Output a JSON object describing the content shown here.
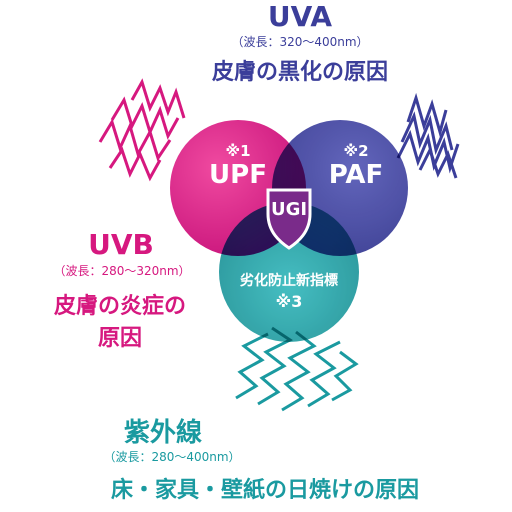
{
  "colors": {
    "uva_blue": "#3b3e9a",
    "uvb_magenta": "#d6187f",
    "visible_teal": "#1a9aa0",
    "shield_purple": "#7a2b8a"
  },
  "uva": {
    "title": "UVA",
    "wavelength": "（波長：320～400nm）",
    "effect": "皮膚の黒化の原因"
  },
  "uvb": {
    "title": "UVB",
    "wavelength": "（波長：280～320nm）",
    "effect_line1": "皮膚の炎症の",
    "effect_line2": "原因"
  },
  "visible": {
    "title": "紫外線",
    "wavelength": "（波長：280～400nm）",
    "effect": "床・家具・壁紙の日焼けの原因"
  },
  "circles": {
    "upf": {
      "note": "※1",
      "label": "UPF"
    },
    "paf": {
      "note": "※2",
      "label": "PAF"
    },
    "deg": {
      "label": "劣化防止新指標",
      "note": "※3"
    }
  },
  "badge": {
    "label": "UGI"
  }
}
